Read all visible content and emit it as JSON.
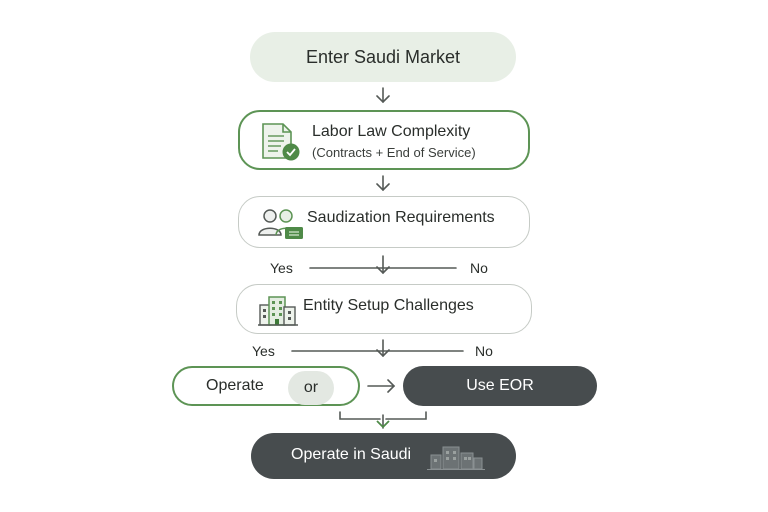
{
  "start": {
    "label": "Enter Saudi Market"
  },
  "labor": {
    "title": "Labor Law Complexity",
    "subtitle": "(Contracts + End of Service)"
  },
  "saudization": {
    "title": "Saudization Requirements"
  },
  "decision1": {
    "yes": "Yes",
    "no": "No"
  },
  "entity": {
    "title": "Entity Setup Challenges"
  },
  "decision2": {
    "yes": "Yes",
    "no": "No"
  },
  "options": {
    "operate": "Operate",
    "or": "or",
    "eor": "Use EOR"
  },
  "final": {
    "label": "Operate in Saudi"
  },
  "colors": {
    "accent_green": "#5d9455",
    "dark": "#474c4e",
    "pale_green": "#e8efe6"
  }
}
